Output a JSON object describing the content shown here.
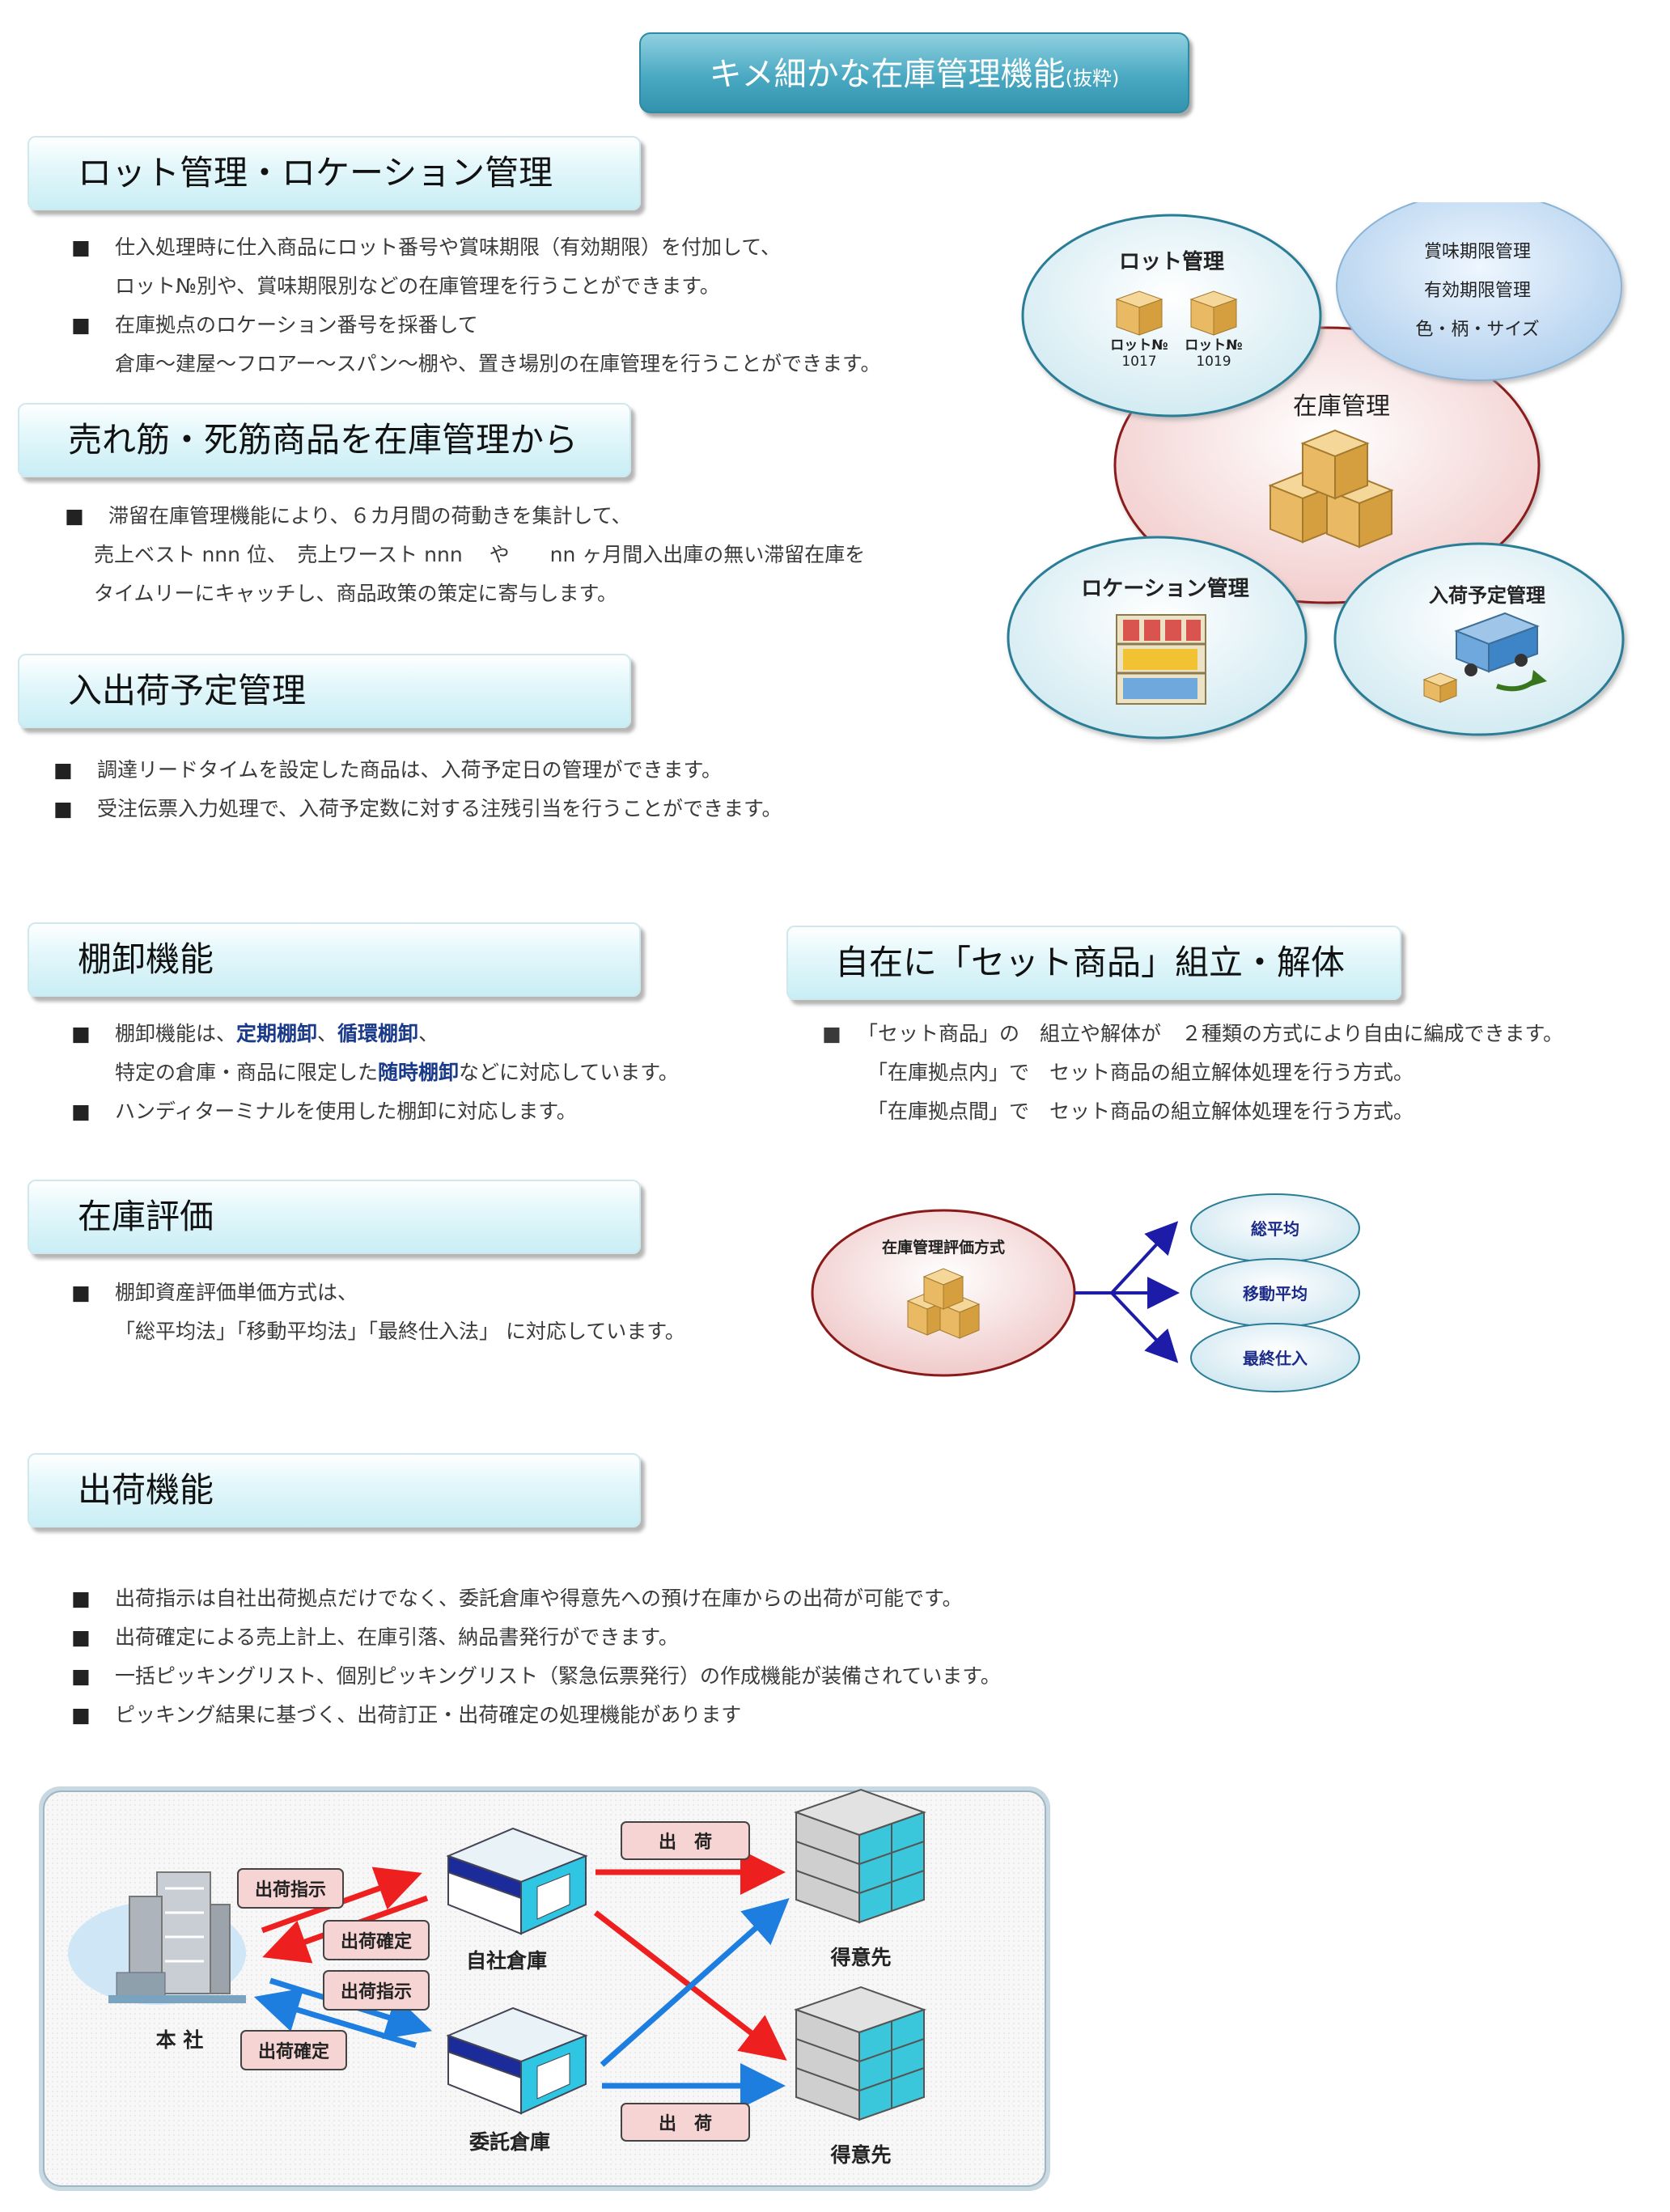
{
  "title": {
    "main": "キメ細かな在庫管理機能",
    "sub": "(抜粋)"
  },
  "sections": {
    "lot": {
      "heading": "ロット管理・ロケーション管理",
      "b1a": "仕入処理時に仕入商品にロット番号や賞味期限（有効期限）を付加して、",
      "b1b": "ロット№別や、賞味期限別などの在庫管理を行うことができます。",
      "b2a": "在庫拠点のロケーション番号を採番して",
      "b2b": "倉庫～建屋～フロアー～スパン～棚や、置き場別の在庫管理を行うことができます。"
    },
    "sell": {
      "heading": "売れ筋・死筋商品を在庫管理から",
      "b1a": "滞留在庫管理機能により、６カ月間の荷動きを集計して、",
      "b1b": "売上ベスト nnn 位、　売上ワースト nnn　 や　　nn ヶ月間入出庫の無い滞留在庫を",
      "b1c": "タイムリーにキャッチし、商品政策の策定に寄与します。"
    },
    "plan": {
      "heading": "入出荷予定管理",
      "b1": "調達リードタイムを設定した商品は、入荷予定日の管理ができます。",
      "b2": "受注伝票入力処理で、入荷予定数に対する注残引当を行うことができます。"
    },
    "stocktake": {
      "heading": "棚卸機能",
      "b1_pre": "棚卸機能は、",
      "b1_k1": "定期棚卸",
      "b1_sep": "、",
      "b1_k2": "循環棚卸",
      "b1_post": "、",
      "b2_pre": "特定の倉庫・商品に限定した",
      "b2_k": "随時棚卸",
      "b2_post": "などに対応しています。",
      "b3": "ハンディターミナルを使用した棚卸に対応します。"
    },
    "set": {
      "heading": "自在に「セット商品」組立・解体",
      "b1": "「セット商品」の　組立や解体が　２種類の方式により自由に編成できます。",
      "b1b": "「在庫拠点内」で　セット商品の組立解体処理を行う方式。",
      "b1c": "「在庫拠点間」で　セット商品の組立解体処理を行う方式。"
    },
    "valuation": {
      "heading": "在庫評価",
      "b1a": "棚卸資産評価単価方式は、",
      "b1b": "「総平均法」「移動平均法」「最終仕入法」 に対応しています。"
    },
    "ship": {
      "heading": "出荷機能",
      "b1": "出荷指示は自社出荷拠点だけでなく、委託倉庫や得意先への預け在庫からの出荷が可能です。",
      "b2": "出荷確定による売上計上、在庫引落、納品書発行ができます。",
      "b3": "一括ピッキングリスト、個別ピッキングリスト（緊急伝票発行）の作成機能が装備されています。",
      "b4": "ピッキング結果に基づく、出荷訂正・出荷確定の処理機能があります"
    },
    "bullet": "■"
  },
  "diagram1": {
    "lot": "ロット管理",
    "lot_a1": "ロット№",
    "lot_a2": "1017",
    "lot_b1": "ロット№",
    "lot_b2": "1019",
    "expiry1": "賞味期限管理",
    "expiry2": "有効期限管理",
    "expiry3": "色・柄・サイズ",
    "center": "在庫管理",
    "location": "ロケーション管理",
    "arrival": "入荷予定管理"
  },
  "diagram2": {
    "center": "在庫管理評価方式",
    "m1": "総平均",
    "m2": "移動平均",
    "m3": "最終仕入"
  },
  "diagram3": {
    "hq": "本 社",
    "own_wh": "自社倉庫",
    "consign_wh": "委託倉庫",
    "customer_top": "得意先",
    "customer_bottom": "得意先",
    "ship_instr1": "出荷指示",
    "ship_conf1": "出荷確定",
    "ship_instr2": "出荷指示",
    "ship_conf2": "出荷確定",
    "ship_top": "出　荷",
    "ship_bottom": "出　荷"
  }
}
